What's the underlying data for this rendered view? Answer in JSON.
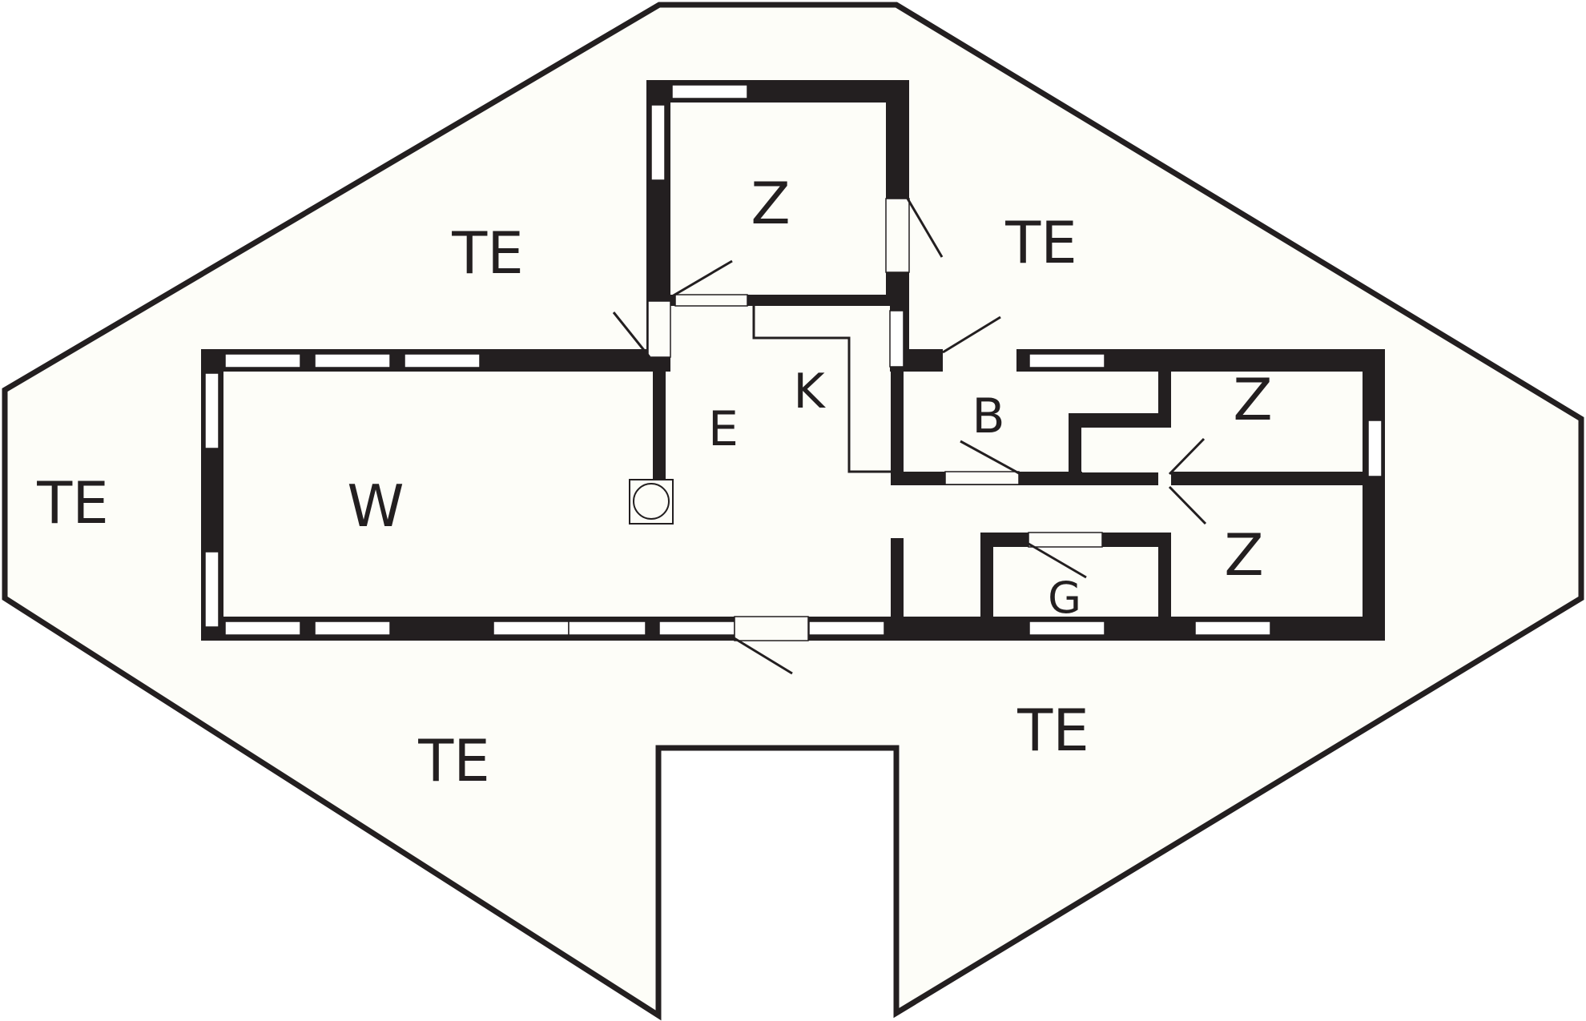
{
  "floorplan": {
    "colors": {
      "wall": "#231f20",
      "floor": "#fdfdf8",
      "window": "#ffffff"
    },
    "labels": {
      "te_top_left": "TE",
      "te_top_right": "TE",
      "te_left": "TE",
      "te_bottom_left": "TE",
      "te_bottom_right": "TE",
      "room_z_top": "Z",
      "room_z_right_top": "Z",
      "room_z_right_bottom": "Z",
      "room_w": "W",
      "room_e": "E",
      "room_k": "K",
      "room_b": "B",
      "room_g": "G"
    }
  }
}
